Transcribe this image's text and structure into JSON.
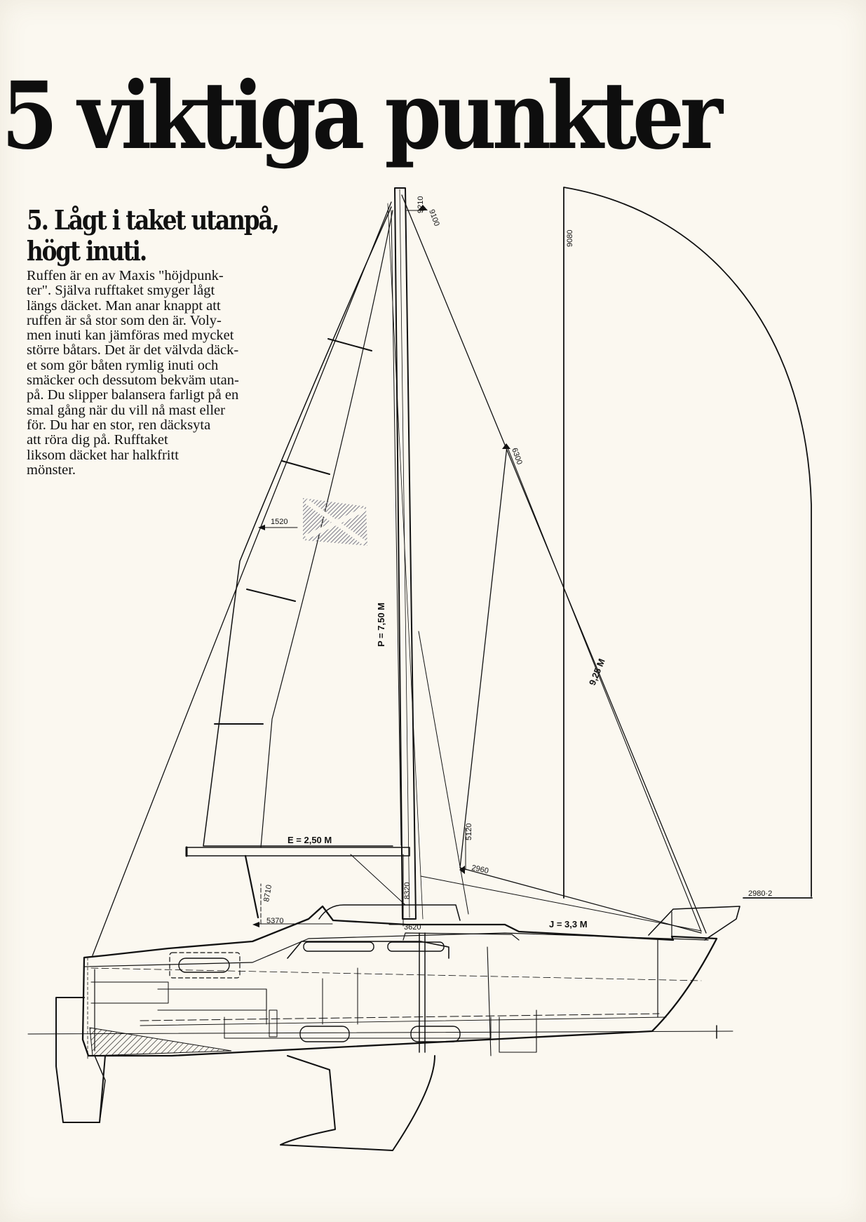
{
  "title": "5 viktiga punkter",
  "subtitle": [
    "5. Lågt i taket utanpå,",
    "högt inuti."
  ],
  "body_lines": [
    "Ruffen är en av Maxis \"höjdpunk-",
    "ter\". Själva rufftaket smyger lågt",
    "längs däcket. Man anar knappt att",
    "ruffen är så stor som den är. Voly-",
    "men inuti kan jämföras med mycket",
    "större båtars. Det är det välvda däck-",
    "et som gör båten rymlig inuti och",
    "smäcker och dessutom bekväm utan-",
    "på. Du slipper balansera farligt på en",
    "smal gång när du vill nå mast eller",
    "för. Du har en stor, ren däcksyta",
    "att  röra dig på. Rufftaket",
    "liksom däcket har halkfritt",
    "mönster."
  ],
  "drawing": {
    "labels": {
      "p": "P = 7,50 M",
      "e": "E = 2,50 M",
      "j": "J = 3,3 M",
      "forestay": "9,25 M",
      "d9210": "9210",
      "d9100": "9100",
      "d9080": "9080",
      "d6300": "6300",
      "d1520": "1520",
      "d5120": "5120",
      "d2960": "2960",
      "d2980": "2980·2",
      "d8710": "8710",
      "d8320": "8320",
      "d5370": "5370",
      "d3620": "3620"
    },
    "colors": {
      "ink": "#111111",
      "paper": "#fbf8f0",
      "flag": "#8a8a96"
    }
  }
}
